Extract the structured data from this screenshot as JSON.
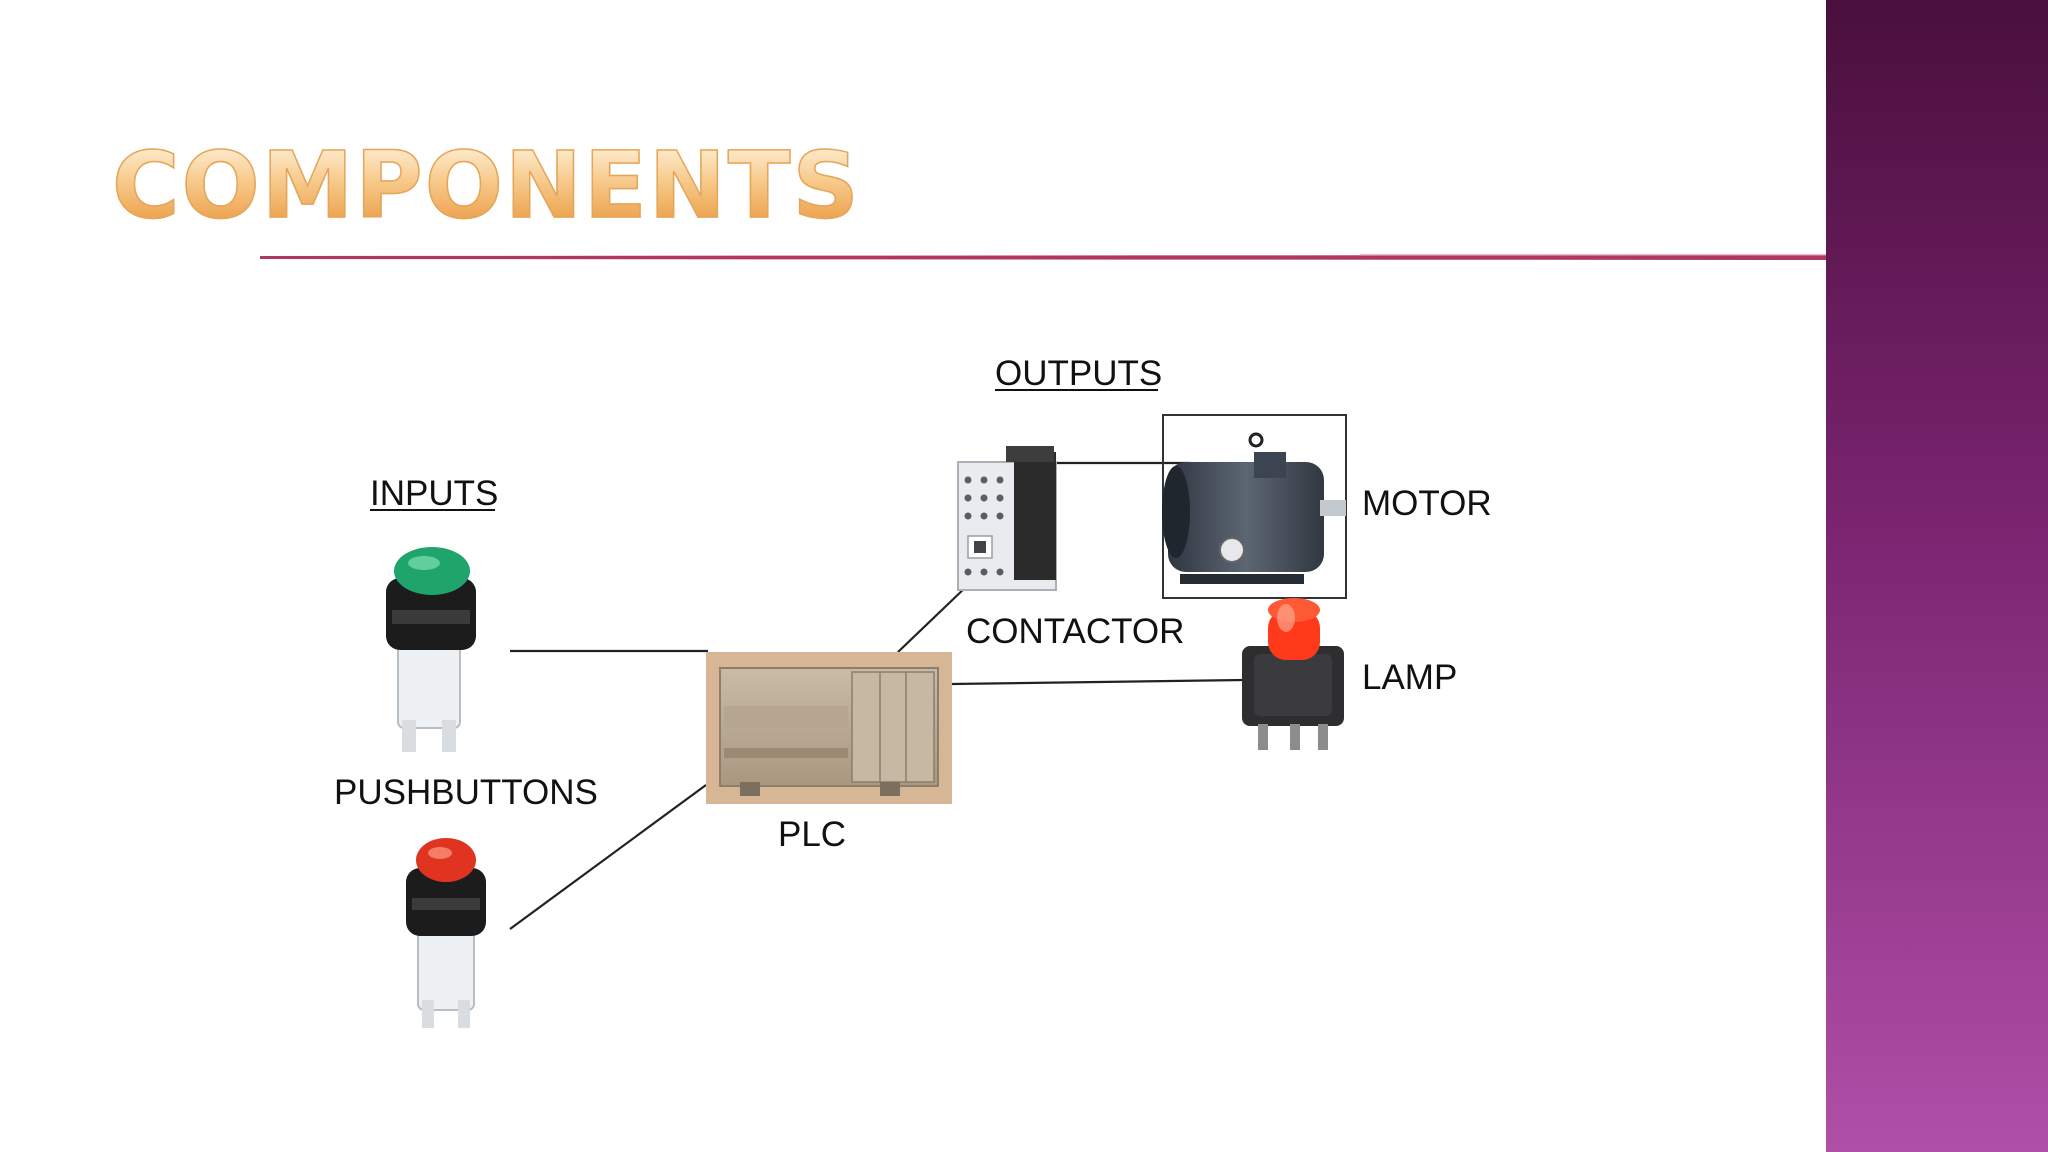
{
  "slide": {
    "title": "COMPONENTS"
  },
  "diagram": {
    "inputs_heading": "INPUTS",
    "outputs_heading": "OUTPUTS",
    "pushbuttons_label": "PUSHBUTTONS",
    "plc_label": "PLC",
    "contactor_label": "CONTACTOR",
    "motor_label": "MOTOR",
    "lamp_label": "LAMP"
  },
  "colors": {
    "title_orange": "#f2b566",
    "rule_crimson": "#b0385e",
    "side_band_top": "#4a0f3c",
    "side_band_bottom": "#b04fa8",
    "button_green": "#1fa56b",
    "button_red": "#e03420",
    "lamp_red": "#ff3a1a"
  }
}
